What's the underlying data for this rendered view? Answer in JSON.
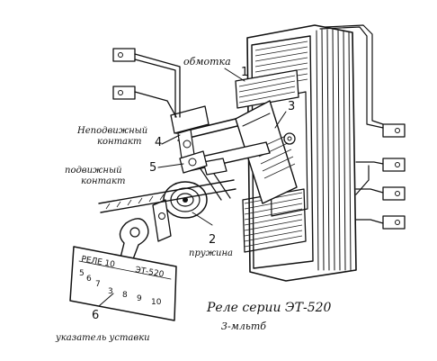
{
  "labels": {
    "winding": "обмотка",
    "fixed_contact_l1": "Неподвижный",
    "fixed_contact_l2": "контакт",
    "moving_contact_l1": "подвижный",
    "moving_contact_l2": "контакт",
    "spring": "пружина",
    "setting_pointer": "указатель уставки",
    "caption_l1": "Реле серии ЭТ-520",
    "caption_l2": "3-мльтб"
  },
  "callouts": {
    "n1": "1",
    "n2": "2",
    "n3": "3",
    "n4": "4",
    "n5": "5",
    "n6": "6"
  },
  "scale_plate": {
    "title_left": "РЕЛЕ 10",
    "title_right": "ЭТ-520",
    "marks_top": [
      "5",
      "6",
      "7"
    ],
    "marks_bottom": [
      "3",
      "8",
      "9",
      "10"
    ]
  }
}
